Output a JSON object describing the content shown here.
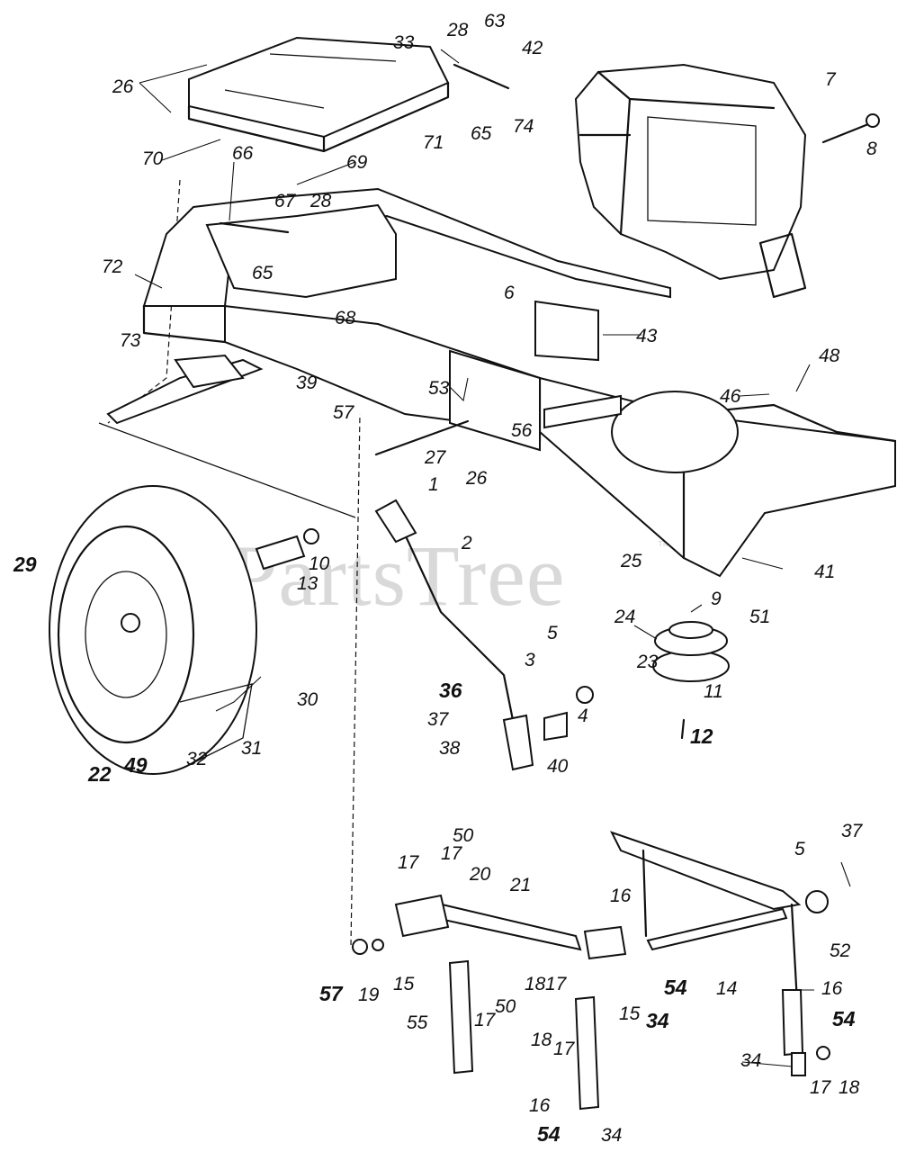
{
  "watermark": {
    "text": "PartsTree",
    "trademark": "™"
  },
  "labels": {
    "l33": "33",
    "l28a": "28",
    "l63": "63",
    "l42": "42",
    "l26a": "26",
    "l7": "7",
    "l8": "8",
    "l65a": "65",
    "l74": "74",
    "l71": "71",
    "l70": "70",
    "l66": "66",
    "l69": "69",
    "l67": "67",
    "l28b": "28",
    "l72": "72",
    "l65b": "65",
    "l68": "68",
    "l6": "6",
    "l43": "43",
    "l48": "48",
    "l73": "73",
    "l53": "53",
    "l39": "39",
    "l57a": "57",
    "l56": "56",
    "l46": "46",
    "l27": "27",
    "l26b": "26",
    "l1": "1",
    "l2": "2",
    "l29": "29",
    "l10": "10",
    "l13": "13",
    "l25": "25",
    "l41": "41",
    "l9": "9",
    "l51": "51",
    "l24": "24",
    "l5a": "5",
    "l3": "3",
    "l23": "23",
    "l36": "36",
    "l11": "11",
    "l12": "12",
    "l4": "4",
    "l37a": "37",
    "l30": "30",
    "l38": "38",
    "l40": "40",
    "l31": "31",
    "l22": "22",
    "l49": "49",
    "l32": "32",
    "l37b": "37",
    "l5b": "5",
    "l50a": "50",
    "l17a": "17",
    "l17b": "17",
    "l20": "20",
    "l21": "21",
    "l16a": "16",
    "l52": "52",
    "l57b": "57",
    "l19": "19",
    "l15a": "15",
    "l18a": "18",
    "l17c": "17",
    "l54a": "54",
    "l14": "14",
    "l16b": "16",
    "l34a": "34",
    "l15b": "15",
    "l55": "55",
    "l17d": "17",
    "l50b": "50",
    "l18b": "18",
    "l17e": "17",
    "l54b": "54",
    "l34b": "34",
    "l17f": "17",
    "l18c": "18",
    "l16c": "16",
    "l54c": "54",
    "l34c": "34"
  }
}
